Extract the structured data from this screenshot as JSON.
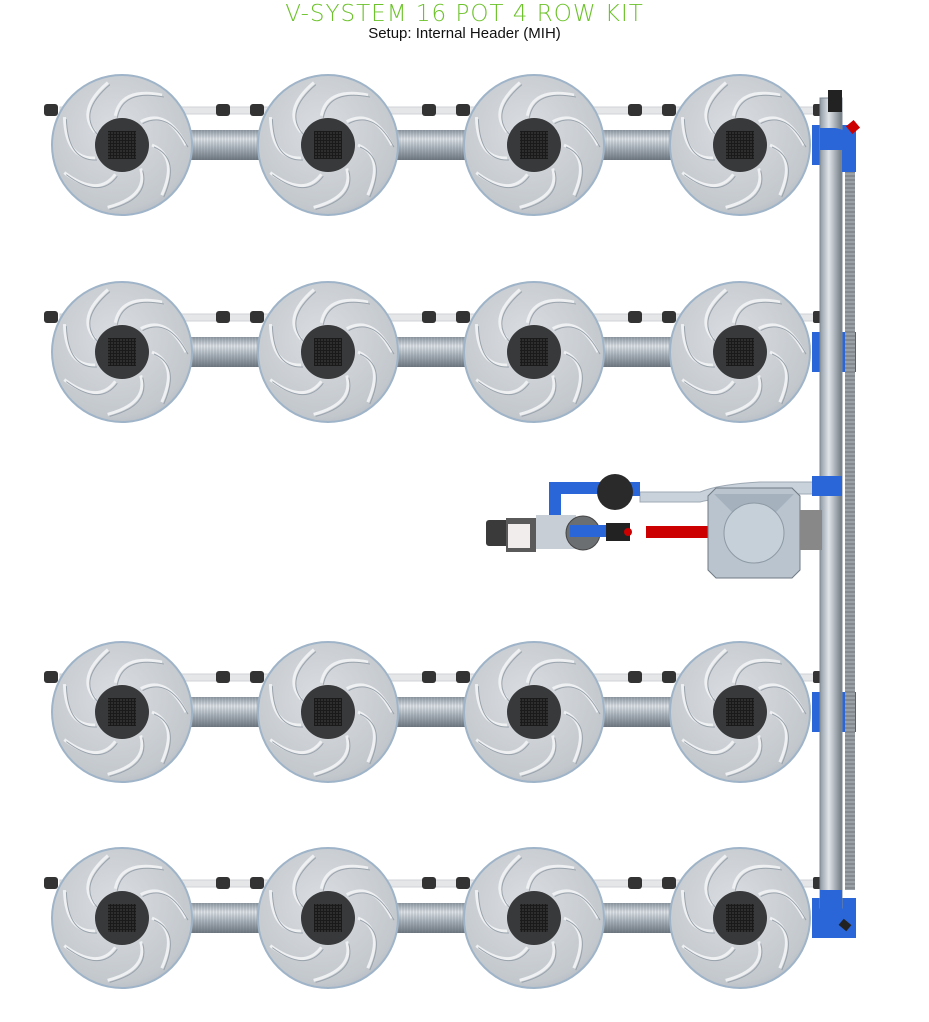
{
  "header": {
    "title": "V-SYSTEM 16 POT 4 ROW KIT",
    "subtitle": "Setup: Internal Header (MIH)"
  },
  "layout_info": {
    "rows": 4,
    "pots_per_row": 4
  },
  "colors": {
    "title_green": "#6cc22a",
    "pipe_blue": "#2a66d8",
    "feed_red": "#cc0000",
    "pot_gray": "#c9cdd2"
  }
}
